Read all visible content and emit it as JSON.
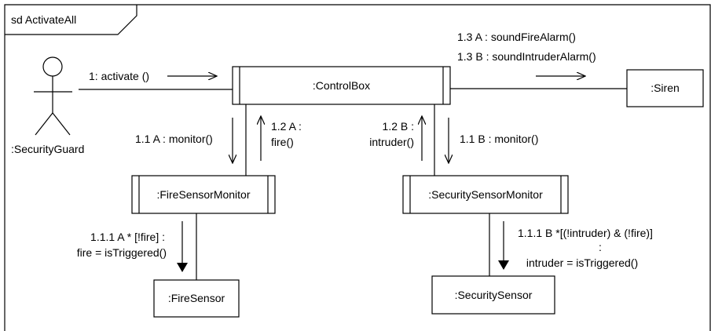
{
  "frame": {
    "label": "sd ActivateAll"
  },
  "actor": {
    "name": ":SecurityGuard"
  },
  "objects": {
    "control_box": ":ControlBox",
    "siren": ":Siren",
    "fire_sensor_monitor": ":FireSensorMonitor",
    "security_sensor_monitor": ":SecuritySensorMonitor",
    "fire_sensor": ":FireSensor",
    "security_sensor": ":SecuritySensor"
  },
  "messages": {
    "activate": "1: activate ()",
    "sound_fire_alarm": "1.3 A : soundFireAlarm()",
    "sound_intruder_alarm": "1.3 B : soundIntruderAlarm()",
    "monitor_a": "1.1 A : monitor()",
    "fire_line1": "1.2 A :",
    "fire_line2": "fire()",
    "intruder_line1": "1.2 B :",
    "intruder_line2": "intruder()",
    "monitor_b": "1.1 B : monitor()",
    "fire_trigger_line1": "1.1.1 A * [!fire] :",
    "fire_trigger_line2": "fire = isTriggered()",
    "intruder_trigger_line1": "1.1.1 B *[(!intruder) & (!fire)]",
    "intruder_trigger_line2": ":",
    "intruder_trigger_line3": "intruder = isTriggered()"
  }
}
